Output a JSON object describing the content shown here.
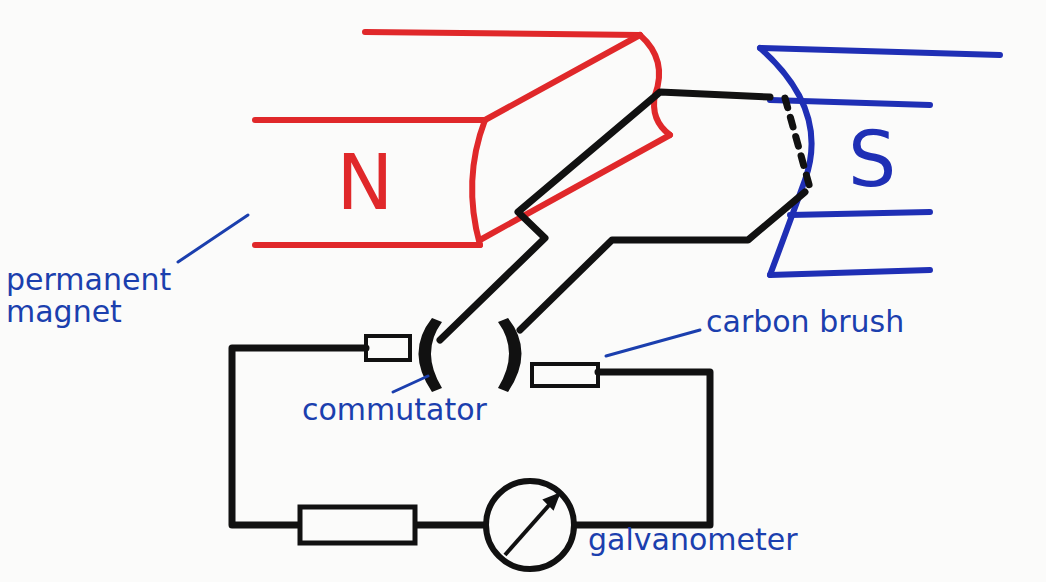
{
  "diagram": {
    "nodes": [
      {
        "text": [
          "N"
        ]
      },
      {
        "text": [
          "S"
        ]
      }
    ],
    "labels": [
      "permanent magnet",
      "carbon brush",
      "commutator",
      "galvanometer"
    ]
  }
}
